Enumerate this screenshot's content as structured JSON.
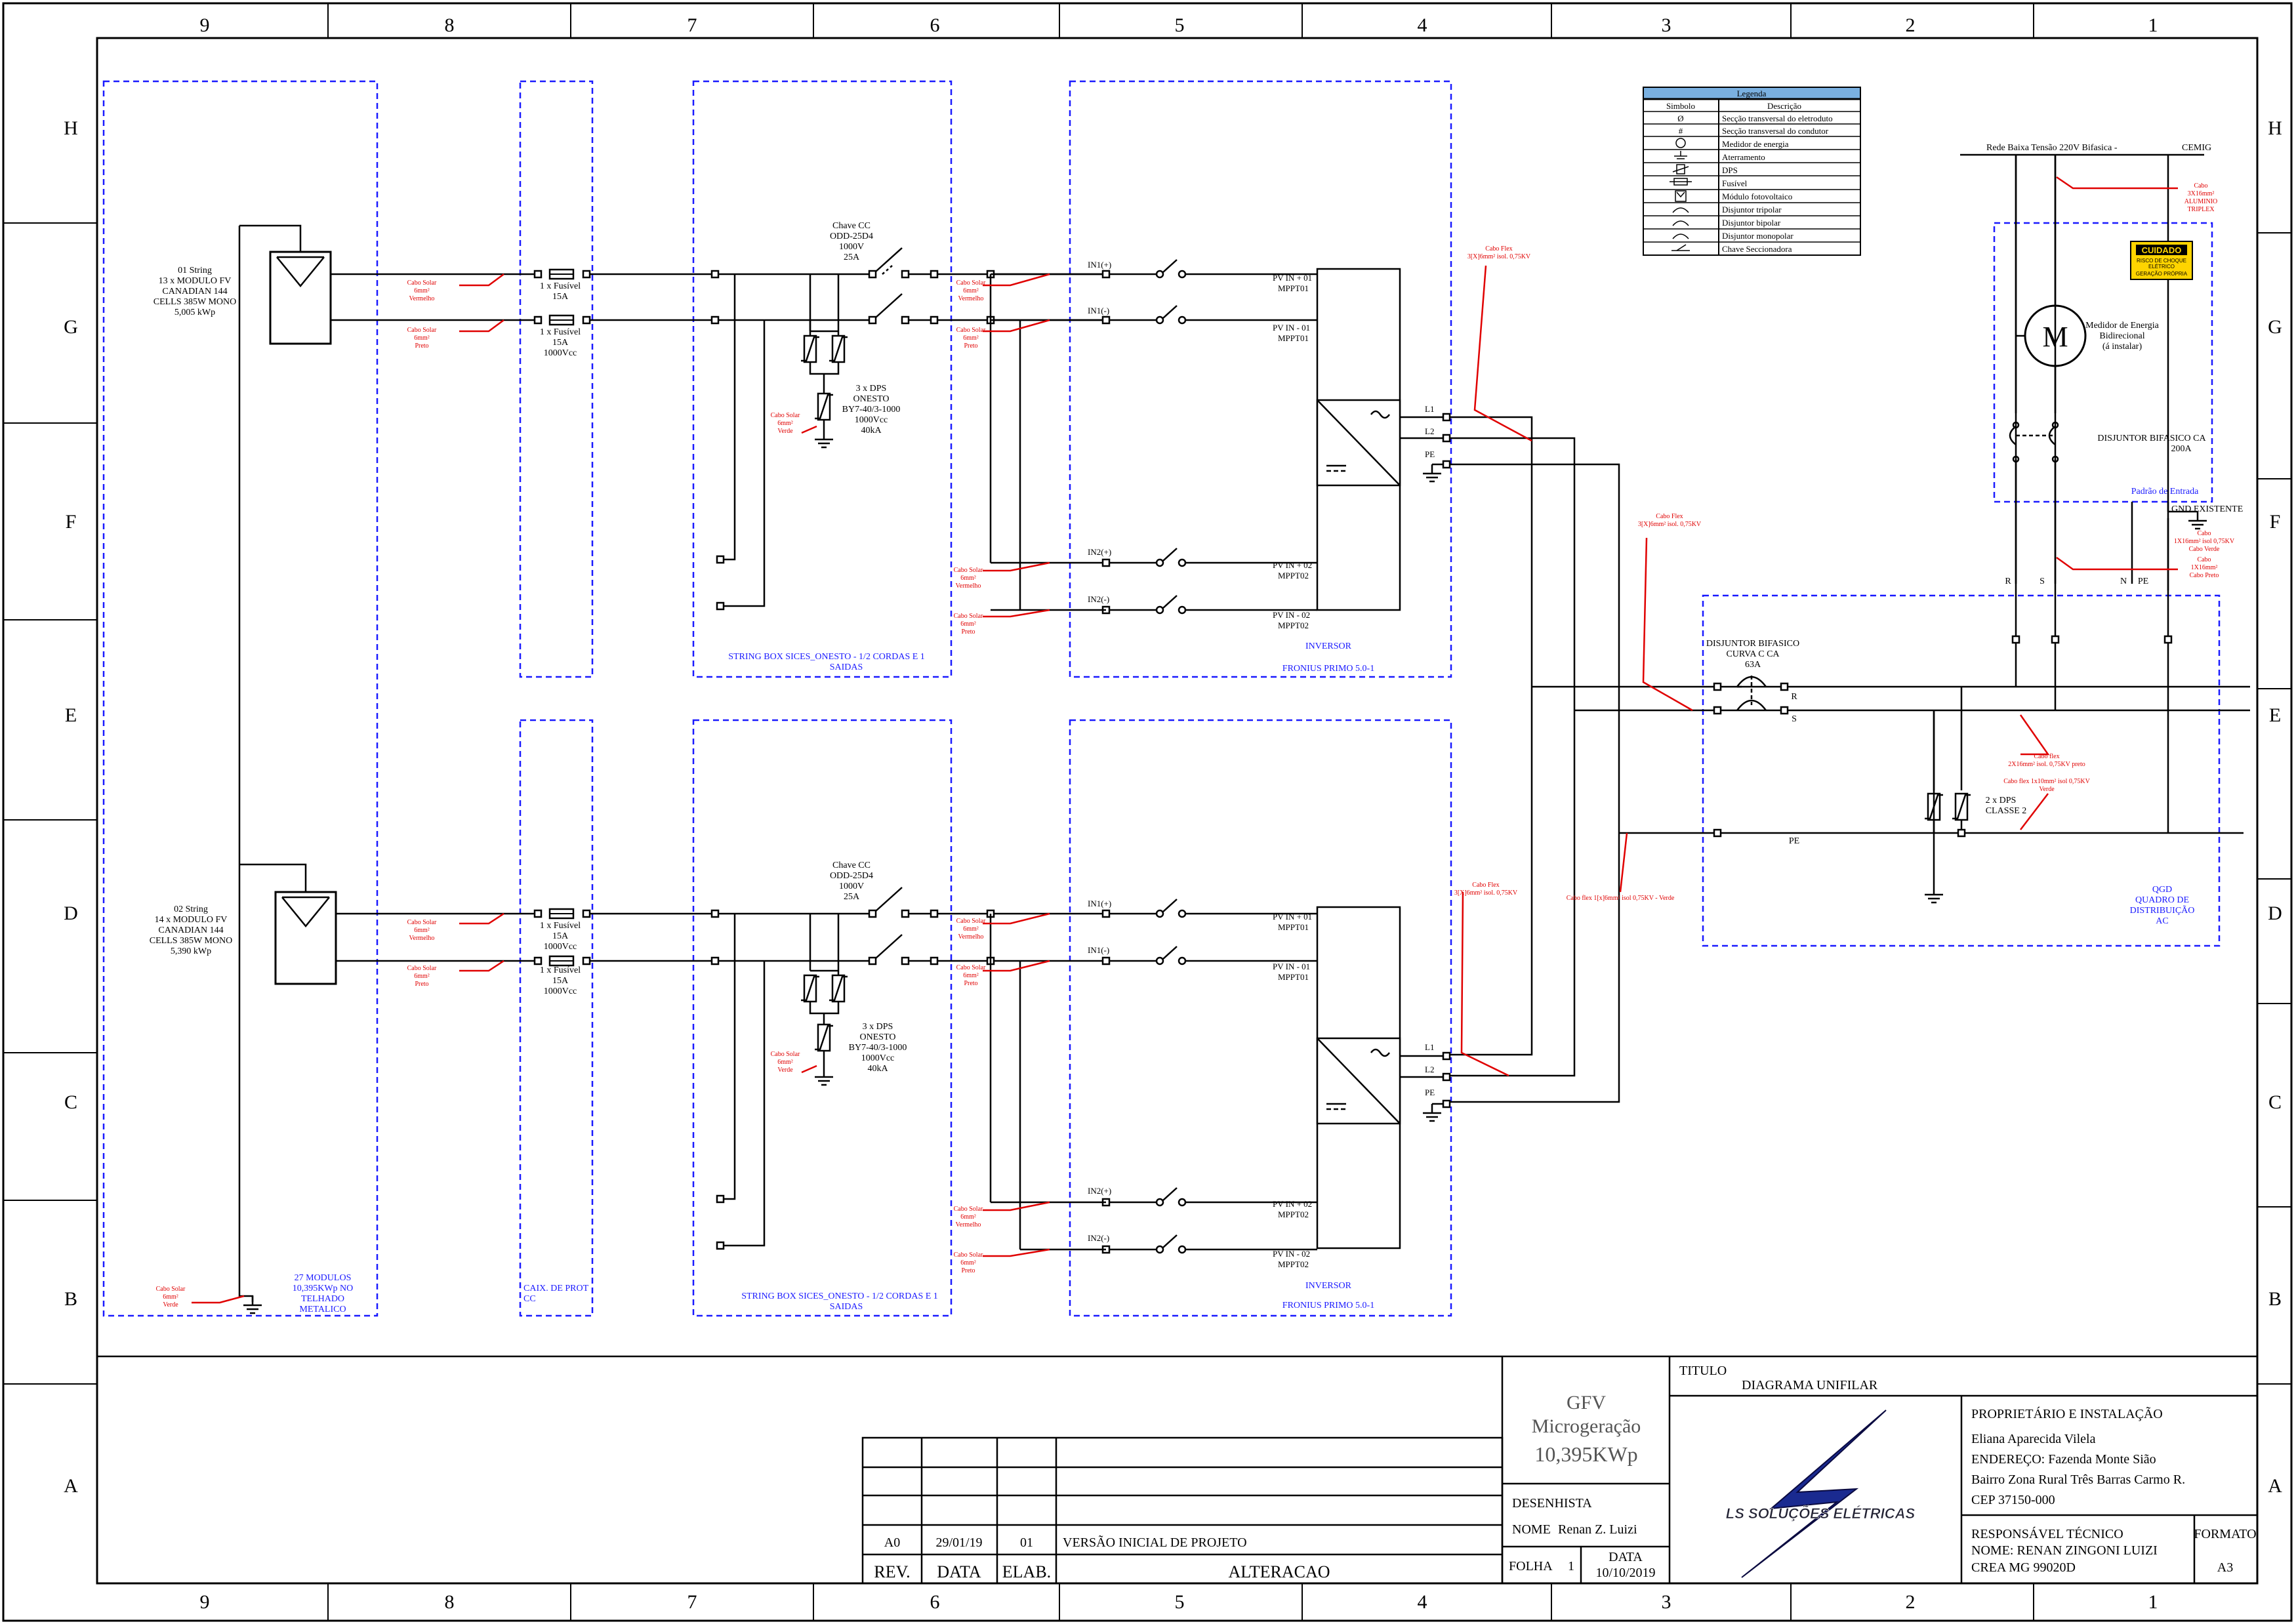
{
  "border": {
    "cols": [
      "9",
      "8",
      "7",
      "6",
      "5",
      "4",
      "3",
      "2",
      "1"
    ],
    "rows": [
      "H",
      "G",
      "F",
      "E",
      "D",
      "C",
      "B",
      "A"
    ]
  },
  "strings": [
    {
      "lines": [
        "01 String",
        "13 x MODULO FV",
        "CANADIAN 144",
        "CELLS 385W MONO",
        "5,005 kWp"
      ]
    },
    {
      "lines": [
        "02 String",
        "14 x MODULO FV",
        "CANADIAN 144",
        "CELLS 385W MONO",
        "5,390 kWp"
      ]
    }
  ],
  "group_labels": {
    "modules": [
      "27 MODULOS",
      "10,395KWp NO",
      "TELHADO",
      "METALICO"
    ],
    "caix": [
      "CAIX. DE PROT",
      "CC"
    ],
    "stringbox": [
      "STRING BOX SICES_ONESTO - 1/2 CORDAS E 1",
      "SAIDAS"
    ],
    "inverter": [
      "INVERSOR",
      "FRONIUS PRIMO 5.0-1"
    ],
    "padrao": "Padrão de Entrada",
    "qgd": [
      "QGD",
      "QUADRO DE",
      "DISTRIBUIÇÃO",
      "AC"
    ]
  },
  "cables": {
    "solar_red": [
      "Cabo Solar",
      "6mm²",
      "Vermelho"
    ],
    "solar_black": [
      "Cabo Solar",
      "6mm²",
      "Preto"
    ],
    "solar_green": [
      "Cabo Solar",
      "6mm²",
      "Verde"
    ],
    "flex_inv1": [
      "Cabo Flex",
      "3[X]6mm² isol. 0,75KV"
    ],
    "flex_inv2": [
      "Cabo Flex",
      "3[X]6mm² isol. 0,75KV"
    ],
    "flex_qgd": [
      "Cabo Flex",
      "3[X]6mm² isol. 0,75KV"
    ],
    "flex_pe": "Cabo flex 1[x]6mm² isol 0,75KV - Verde",
    "flex_rs": [
      "Cabo flex",
      "2X16mm² isol. 0,75KV preto"
    ],
    "flex_dps": [
      "Cabo flex 1x10mm² isol 0,75KV",
      "Verde"
    ],
    "triplex": [
      "Cabo",
      "3X16mm²",
      "ALUMINIO",
      "TRIPLEX"
    ],
    "ground_green": [
      "Cabo",
      "1X16mm² isol 0,75KV",
      "Cabo Verde"
    ],
    "ground_black": [
      "Cabo",
      "1X16mm²",
      "Cabo Preto"
    ]
  },
  "fuse_label": [
    "1 x Fusível",
    "15A",
    "1000Vcc"
  ],
  "switch_cc": [
    "Chave CC",
    "ODD-25D4",
    "1000V",
    "25A"
  ],
  "dps_cc": [
    "3 x DPS",
    "ONESTO",
    "BY7-40/3-1000",
    "1000Vcc",
    "40kA"
  ],
  "inverter_ports": {
    "in1p": "IN1(+)",
    "in1n": "IN1(-)",
    "in2p": "IN2(+)",
    "in2n": "IN2(-)",
    "pv1a": "PV IN + 01",
    "pv1b": "PV IN - 01",
    "pv2a": "PV IN + 02",
    "pv2b": "PV IN - 02",
    "mppt1": "MPPT01",
    "mppt2": "MPPT02",
    "l1": "L1",
    "l2": "L2",
    "pe": "PE"
  },
  "grid": {
    "rede": "Rede Baixa Tensão 220V Bifasica -",
    "cemig": "CEMIG",
    "meter_letter": "M",
    "meter": [
      "Medidor de Energia",
      "Bidirecional",
      "(á instalar)"
    ],
    "breaker": [
      "DISJUNTOR BIFASICO CA",
      "200A"
    ],
    "gnd": "GND EXISTENTE",
    "phase_r": "R",
    "phase_s": "S",
    "neutral": "N",
    "pe": "PE",
    "warning_title": "CUIDADO",
    "warning_sub": [
      "RISCO DE CHOQUE",
      "ELÉTRICO",
      "GERAÇÃO PRÓPRIA"
    ]
  },
  "qgd_items": {
    "breaker": [
      "DISJUNTOR BIFASICO",
      "CURVA C CA",
      "63A"
    ],
    "dps": [
      "2 x DPS",
      "CLASSE 2"
    ],
    "r": "R",
    "s": "S",
    "pe": "PE"
  },
  "legend": {
    "title": "Legenda",
    "col1": "Simbolo",
    "col2": "Descrição",
    "rows": [
      {
        "symbol": "Ø",
        "desc": "Secção transversal do eletroduto"
      },
      {
        "symbol": "#",
        "desc": "Secção transversal do condutor"
      },
      {
        "symbol": "",
        "desc": "Medidor de energia"
      },
      {
        "symbol": "",
        "desc": "Aterramento"
      },
      {
        "symbol": "",
        "desc": "DPS"
      },
      {
        "symbol": "",
        "desc": "Fusível"
      },
      {
        "symbol": "",
        "desc": "Módulo fotovoltaico"
      },
      {
        "symbol": "",
        "desc": "Disjuntor tripolar"
      },
      {
        "symbol": "",
        "desc": "Disjuntor bipolar"
      },
      {
        "symbol": "",
        "desc": "Disjuntor monopolar"
      },
      {
        "symbol": "",
        "desc": "Chave Seccionadora"
      }
    ]
  },
  "title_block": {
    "gfv": "GFV",
    "micro": "Microgeração",
    "power": "10,395KWp",
    "desenhista_label": "DESENHISTA",
    "nome_label": "NOME",
    "nome": "Renan Z. Luizi",
    "folha_label": "FOLHA",
    "folha": "1",
    "data_label": "DATA",
    "data": "10/10/2019",
    "titulo_label": "TITULO",
    "titulo": "DIAGRAMA UNIFILAR",
    "logo_text": "LS SOLUÇÕES ELÉTRICAS",
    "owner_label": "PROPRIETÁRIO E INSTALAÇÃO",
    "owner_lines": [
      "Eliana Aparecida Vilela",
      "ENDEREÇO: Fazenda Monte Sião",
      "Bairro Zona Rural Três Barras Carmo R.",
      "CEP 37150-000"
    ],
    "resp_label": "RESPONSÁVEL TÉCNICO",
    "resp_name": "NOME:  RENAN ZINGONI LUIZI",
    "crea": "CREA    MG 99020D",
    "formato_label": "FORMATO",
    "formato": "A3",
    "rev_row": {
      "rev": "A0",
      "data": "29/01/19",
      "elab": "01",
      "alteracao": "VERSÃO INICIAL DE PROJETO"
    },
    "headers": {
      "rev": "REV.",
      "data": "DATA",
      "elab": "ELAB.",
      "alteracao": "ALTERACAO"
    }
  },
  "colors": {
    "line": "#000000",
    "box": "#1a1aff",
    "cable": "#e00000",
    "legend_header": "#7ab0e0"
  }
}
